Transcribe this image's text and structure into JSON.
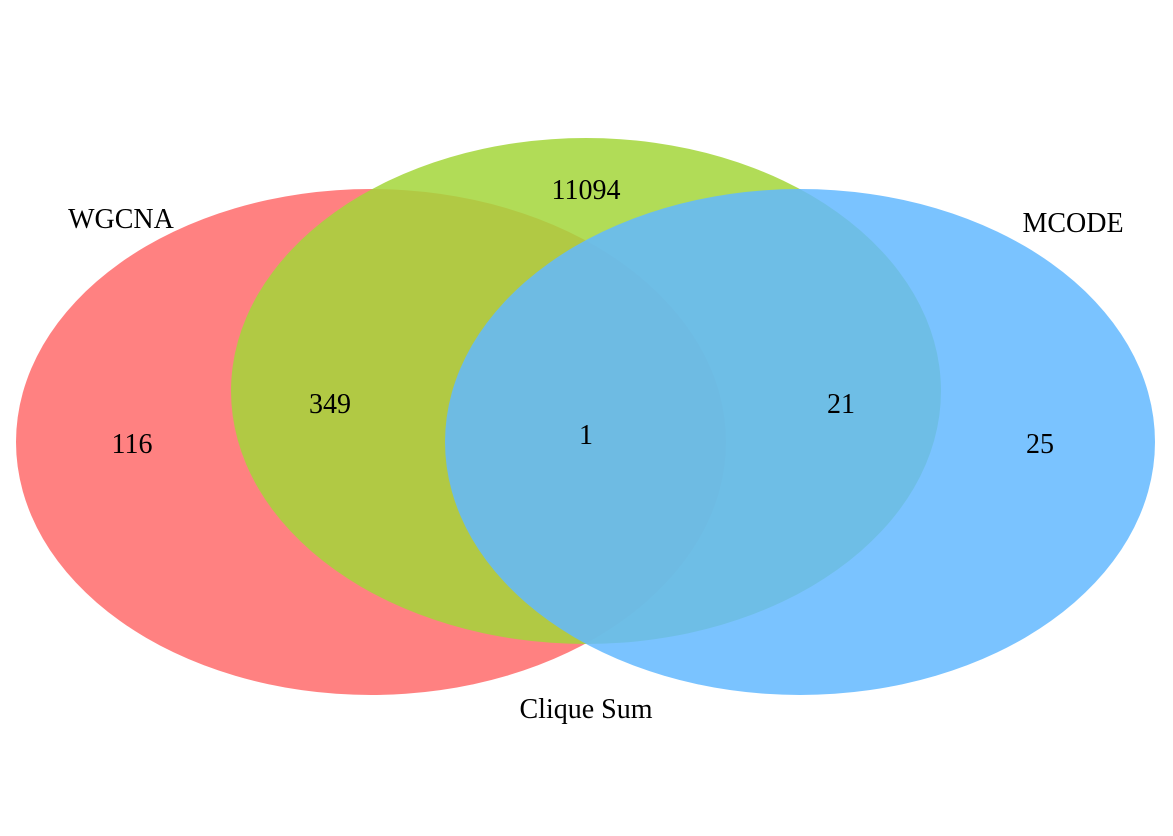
{
  "sets": [
    {
      "key": "wgcna",
      "label": "WGCNA",
      "color": "#ff6b6b"
    },
    {
      "key": "clique_sum",
      "label": "Clique Sum",
      "color": "#a3d63a"
    },
    {
      "key": "mcode",
      "label": "MCODE",
      "color": "#63b8ff"
    }
  ],
  "regions": {
    "wgcna_only": "116",
    "clique_sum_only": "11094",
    "mcode_only": "25",
    "wgcna_clique_sum": "349",
    "clique_sum_mcode": "21",
    "all_three": "1"
  }
}
